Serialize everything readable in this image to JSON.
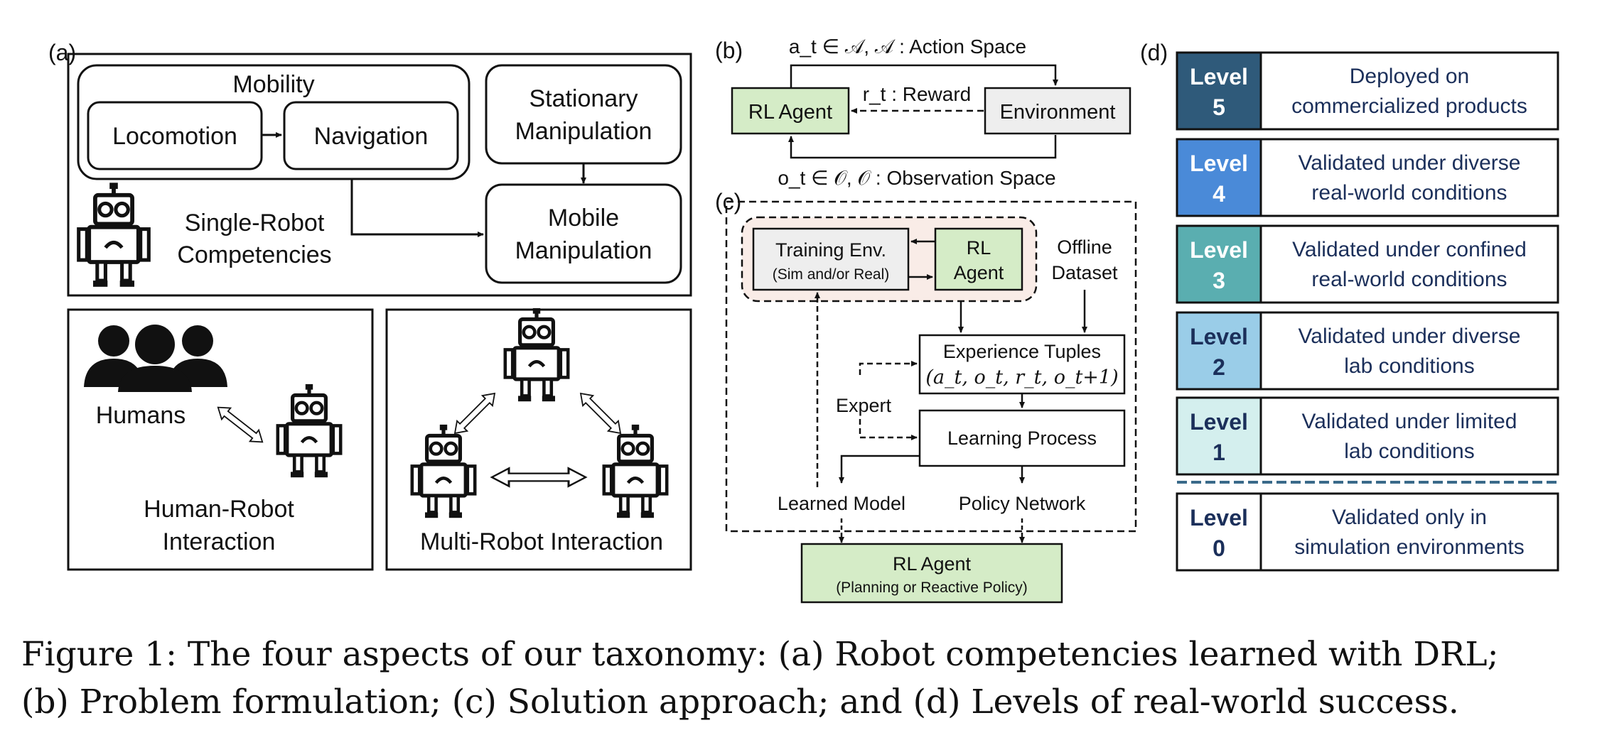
{
  "panel_a": {
    "label": "(a)",
    "mobility": "Mobility",
    "locomotion": "Locomotion",
    "navigation": "Navigation",
    "stationary_manipulation": [
      "Stationary",
      "Manipulation"
    ],
    "mobile_manipulation": [
      "Mobile",
      "Manipulation"
    ],
    "single_robot": [
      "Single-Robot",
      "Competencies"
    ],
    "humans": "Humans",
    "human_robot": [
      "Human-Robot",
      "Interaction"
    ],
    "multi_robot": "Multi-Robot Interaction"
  },
  "panel_b": {
    "label": "(b)",
    "action_space": "a_t ∈ 𝒜,  𝒜 : Action Space",
    "reward": "r_t : Reward",
    "rl_agent": "RL Agent",
    "environment": "Environment",
    "observation_space": "o_t ∈ 𝒪,  𝒪 : Observation Space"
  },
  "panel_c": {
    "label": "(c)",
    "training_env": "Training Env.",
    "training_env_sub": "(Sim and/or Real)",
    "rl_agent": [
      "RL",
      "Agent"
    ],
    "offline_dataset": [
      "Offline",
      "Dataset"
    ],
    "experience_tuples": "Experience Tuples",
    "experience_tuples_math": "(a_t, o_t, r_t, o_t+1)",
    "expert": "Expert",
    "learning_process": "Learning Process",
    "learned_model": "Learned Model",
    "policy_network": "Policy Network",
    "output_agent": "RL Agent",
    "output_agent_sub": "(Planning or Reactive Policy)"
  },
  "panel_d": {
    "label": "(d)",
    "levels": [
      {
        "level": "Level",
        "num": "5",
        "desc": [
          "Deployed on",
          "commercialized products"
        ],
        "color": "#2f5a7a",
        "text_color": "#ffffff"
      },
      {
        "level": "Level",
        "num": "4",
        "desc": [
          "Validated under diverse",
          "real-world conditions"
        ],
        "color": "#4a8ad8",
        "text_color": "#ffffff"
      },
      {
        "level": "Level",
        "num": "3",
        "desc": [
          "Validated under confined",
          "real-world conditions"
        ],
        "color": "#5aaeb0",
        "text_color": "#ffffff"
      },
      {
        "level": "Level",
        "num": "2",
        "desc": [
          "Validated under diverse",
          "lab conditions"
        ],
        "color": "#9acde8",
        "text_color": "#1b2f5a"
      },
      {
        "level": "Level",
        "num": "1",
        "desc": [
          "Validated under limited",
          "lab conditions"
        ],
        "color": "#d4efee",
        "text_color": "#1b2f5a"
      },
      {
        "level": "Level",
        "num": "0",
        "desc": [
          "Validated only in",
          "simulation environments"
        ],
        "color": "#ffffff",
        "text_color": "#1b2f5a"
      }
    ],
    "desc_color": "#1b2f5a",
    "divider_color": "#3a6a8a"
  },
  "caption": {
    "line1": "Figure 1: The four aspects of our taxonomy: (a) Robot competencies learned with DRL;",
    "line2": "(b) Problem formulation; (c) Solution approach; and (d) Levels of real-world success."
  }
}
